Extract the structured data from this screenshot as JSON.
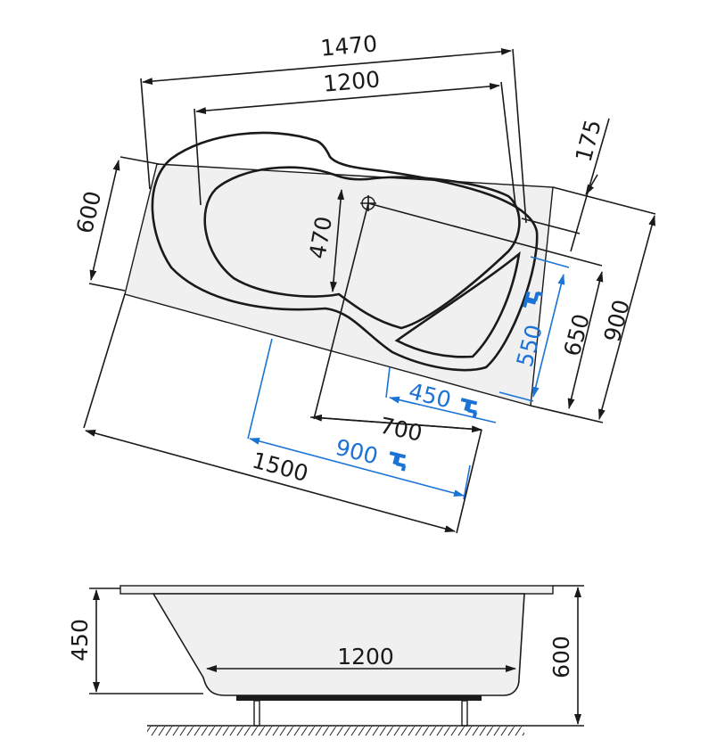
{
  "top_view": {
    "dims": {
      "top_width": "1470",
      "inner_width": "1200",
      "offset": "175",
      "left_depth": "600",
      "basin_depth": "470",
      "right_depth_outer": "900",
      "right_depth_inner": "650",
      "tap_depth": "550",
      "tap_width": "450",
      "mid_width": "700",
      "tap_width_long": "900",
      "overall_length": "1500"
    }
  },
  "side_view": {
    "dims": {
      "left_height": "450",
      "inner_length": "1200",
      "right_height": "600"
    }
  },
  "colors": {
    "line": "#1a1a1a",
    "accent": "#1b73d6",
    "fill": "#f0f0f0"
  },
  "icons": {
    "tap": "faucet-icon"
  }
}
